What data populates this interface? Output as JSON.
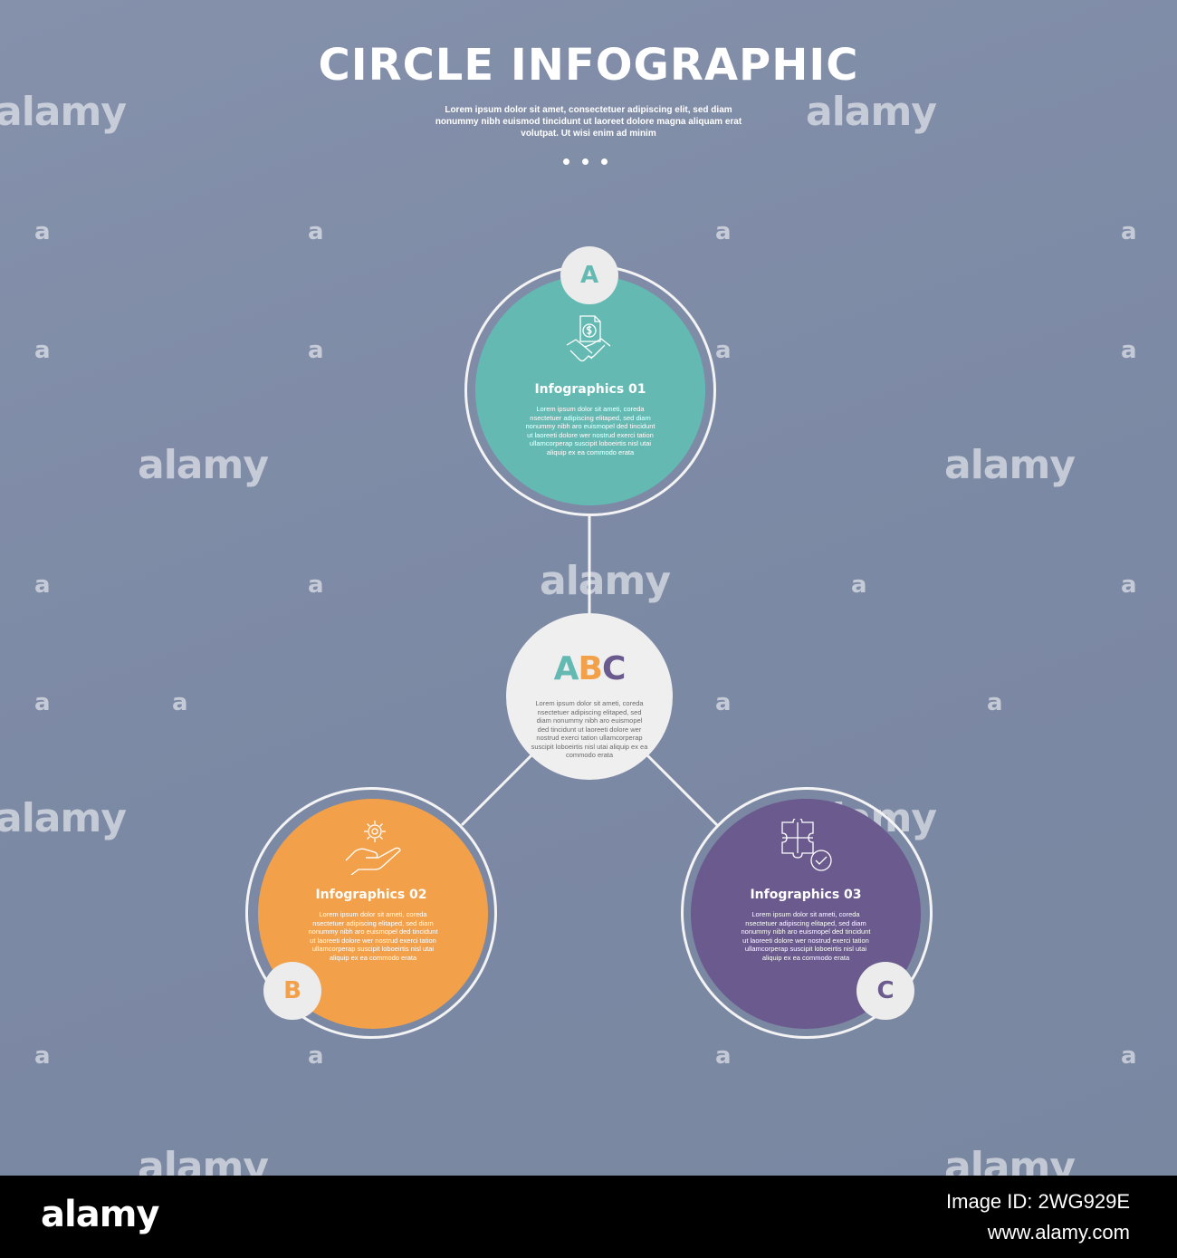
{
  "header": {
    "title": "CIRCLE INFOGRAPHIC",
    "subtitle": "Lorem ipsum dolor sit amet, consectetuer adipiscing elit, sed diam nonummy nibh euismod tincidunt ut laoreet dolore magna aliquam erat volutpat. Ut wisi enim ad minim"
  },
  "center": {
    "letters": [
      "A",
      "B",
      "C"
    ],
    "body": "Lorem ipsum dolor sit ameti, coreda nsectetuer adipiscing elitaped, sed diam nonummy nibh aro euismopel ded tincidunt ut laoreeti dolore wer nostrud exerci tation ullamcorperap suscipit loboeirtis nisl utai aliquip ex ea commodo erata"
  },
  "items": [
    {
      "badge": "A",
      "title": "Infographics 01",
      "body": "Lorem ipsum dolor sit ameti, coreda nsectetuer adipiscing elitaped, sed diam nonummy nibh aro euismopel ded tincidunt ut laoreeti dolore wer nostrud exerci tation ullamcorperap suscipit loboeirtis nisl utai aliquip ex ea commodo erata",
      "icon": "handshake-money-icon",
      "color": "#64bab3"
    },
    {
      "badge": "B",
      "title": "Infographics 02",
      "body": "Lorem ipsum dolor sit ameti, coreda nsectetuer adipiscing elitaped, sed diam nonummy nibh aro euismopel ded tincidunt ut laoreeti dolore wer nostrud exerci tation ullamcorperap suscipit loboeirtis nisl utai aliquip ex ea commodo erata",
      "icon": "hand-gear-icon",
      "color": "#f2a14a"
    },
    {
      "badge": "C",
      "title": "Infographics 03",
      "body": "Lorem ipsum dolor sit ameti, coreda nsectetuer adipiscing elitaped, sed diam nonummy nibh aro euismopel ded tincidunt ut laoreeti dolore wer nostrud exerci tation ullamcorperap suscipit loboeirtis nisl utai aliquip ex ea commodo erata",
      "icon": "puzzle-check-icon",
      "color": "#6a5a8e"
    }
  ],
  "colors": {
    "background": "#8089a6",
    "connector": "#f3f3f3",
    "badge_bg": "#ececec"
  },
  "watermark": {
    "text": "alamy",
    "letter": "a"
  },
  "footer": {
    "brand": "alamy",
    "image_id": "Image ID: 2WG929E",
    "url": "www.alamy.com"
  }
}
